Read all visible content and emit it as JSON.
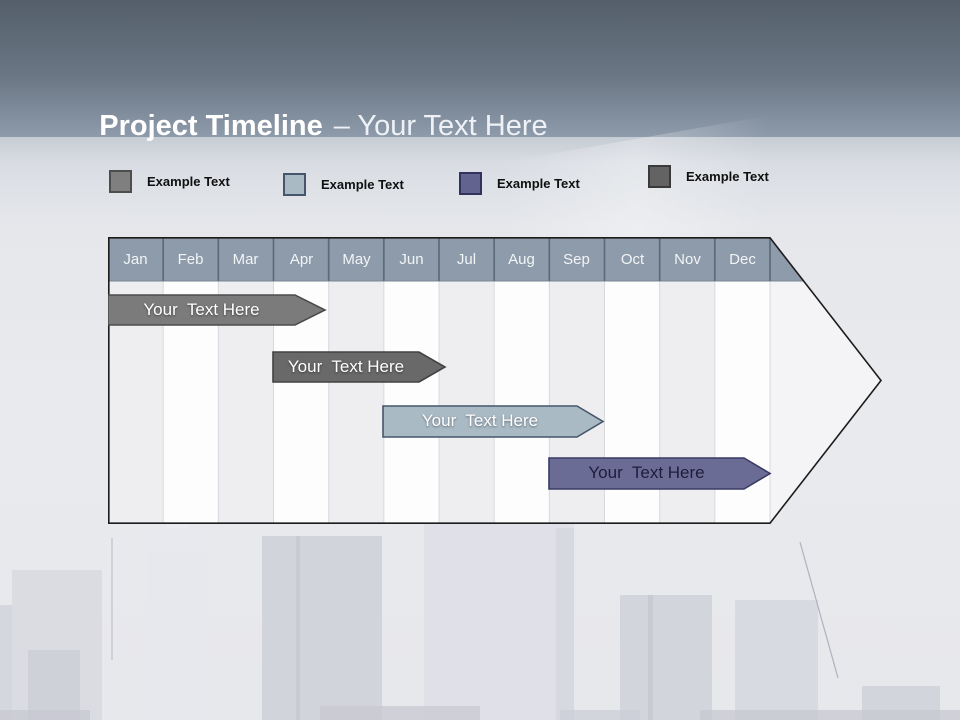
{
  "header": {
    "title_bold": "Project Timeline",
    "title_rest": "– Your Text Here"
  },
  "legend": {
    "items": [
      {
        "label": "Example Text",
        "color": "#7f7f7f",
        "border": "#4d4d4d"
      },
      {
        "label": "Example Text",
        "color": "#a9bac5",
        "border": "#45566a"
      },
      {
        "label": "Example Text",
        "color": "#62648f",
        "border": "#32335c"
      },
      {
        "label": "Example Text",
        "color": "#636363",
        "border": "#3a3a3a"
      }
    ]
  },
  "timeline": {
    "header_fill": "#8d9baa",
    "months": [
      "Jan",
      "Feb",
      "Mar",
      "Apr",
      "May",
      "Jun",
      "Jul",
      "Aug",
      "Sep",
      "Oct",
      "Nov",
      "Dec"
    ],
    "bars": [
      {
        "label": "Your  Text Here",
        "fill": "#7b7b7b",
        "stroke": "#4c4c4c",
        "text_color": "#ffffff",
        "start_month": "Jan",
        "end_month": "Apr"
      },
      {
        "label": "Your  Text Here",
        "fill": "#696969",
        "stroke": "#424242",
        "text_color": "#ffffff",
        "start_month": "Apr",
        "end_month": "Jun"
      },
      {
        "label": "Your  Text Here",
        "fill": "#a9bac5",
        "stroke": "#45566a",
        "text_color": "#ffffff",
        "start_month": "Jun",
        "end_month": "Sep"
      },
      {
        "label": "Your  Text Here",
        "fill": "#6a6c96",
        "stroke": "#393b63",
        "text_color": "#1d1d3a",
        "start_month": "Sep",
        "end_month": "Dec"
      }
    ]
  }
}
